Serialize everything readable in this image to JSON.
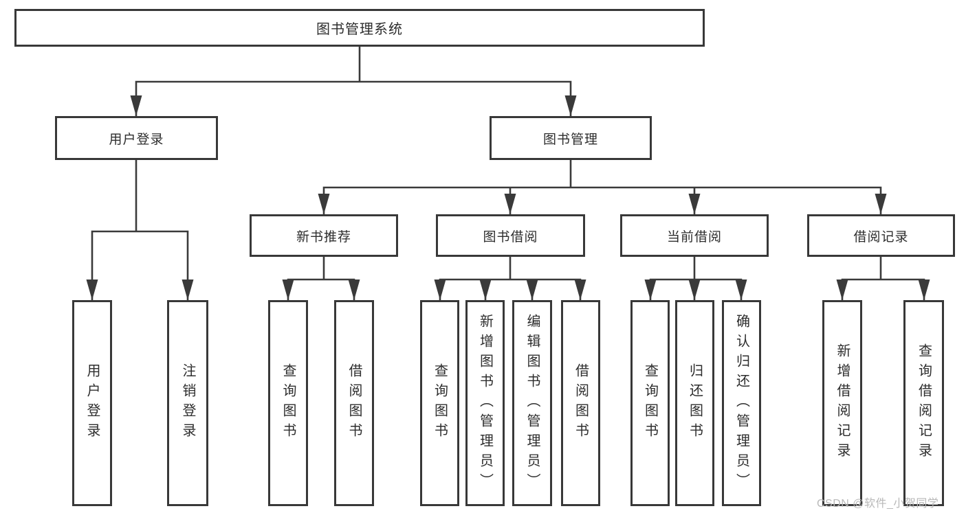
{
  "diagram": {
    "title": "图书管理系统",
    "root": {
      "label": "图书管理系统"
    },
    "level2": [
      {
        "label": "用户登录"
      },
      {
        "label": "图书管理"
      }
    ],
    "level3": [
      {
        "label": "新书推荐"
      },
      {
        "label": "图书借阅"
      },
      {
        "label": "当前借阅"
      },
      {
        "label": "借阅记录"
      }
    ],
    "leaves": {
      "user_login": [
        {
          "label": "用户登录"
        },
        {
          "label": "注销登录"
        }
      ],
      "new_book": [
        {
          "label": "查询图书"
        },
        {
          "label": "借阅图书"
        }
      ],
      "book_borrow": [
        {
          "label": "查询图书"
        },
        {
          "label": "新增图书（管理员）"
        },
        {
          "label": "编辑图书（管理员）"
        },
        {
          "label": "借阅图书"
        }
      ],
      "current_borrow": [
        {
          "label": "查询图书"
        },
        {
          "label": "归还图书"
        },
        {
          "label": "确认归还（管理员）"
        }
      ],
      "borrow_record": [
        {
          "label": "新增借阅记录"
        },
        {
          "label": "查询借阅记录"
        }
      ]
    }
  },
  "watermark": "CSDN @软件_小贺同学",
  "colors": {
    "line": "#3a3a3a",
    "text": "#2d2d2d",
    "watermark_text": "#b8b8b8",
    "background": "#ffffff"
  }
}
